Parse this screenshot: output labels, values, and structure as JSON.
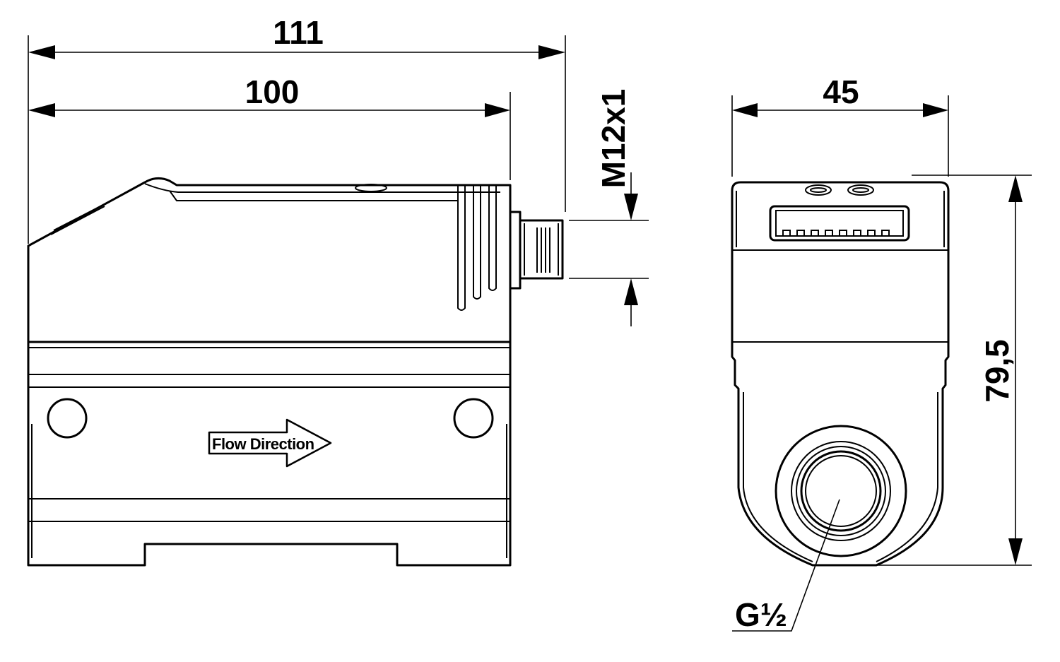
{
  "dimensions": {
    "overall_length": "111",
    "body_length": "100",
    "width": "45",
    "height": "79,5",
    "connector_thread": "M12x1",
    "port_thread": "G½"
  },
  "labels": {
    "flow_direction": "Flow Direction"
  }
}
